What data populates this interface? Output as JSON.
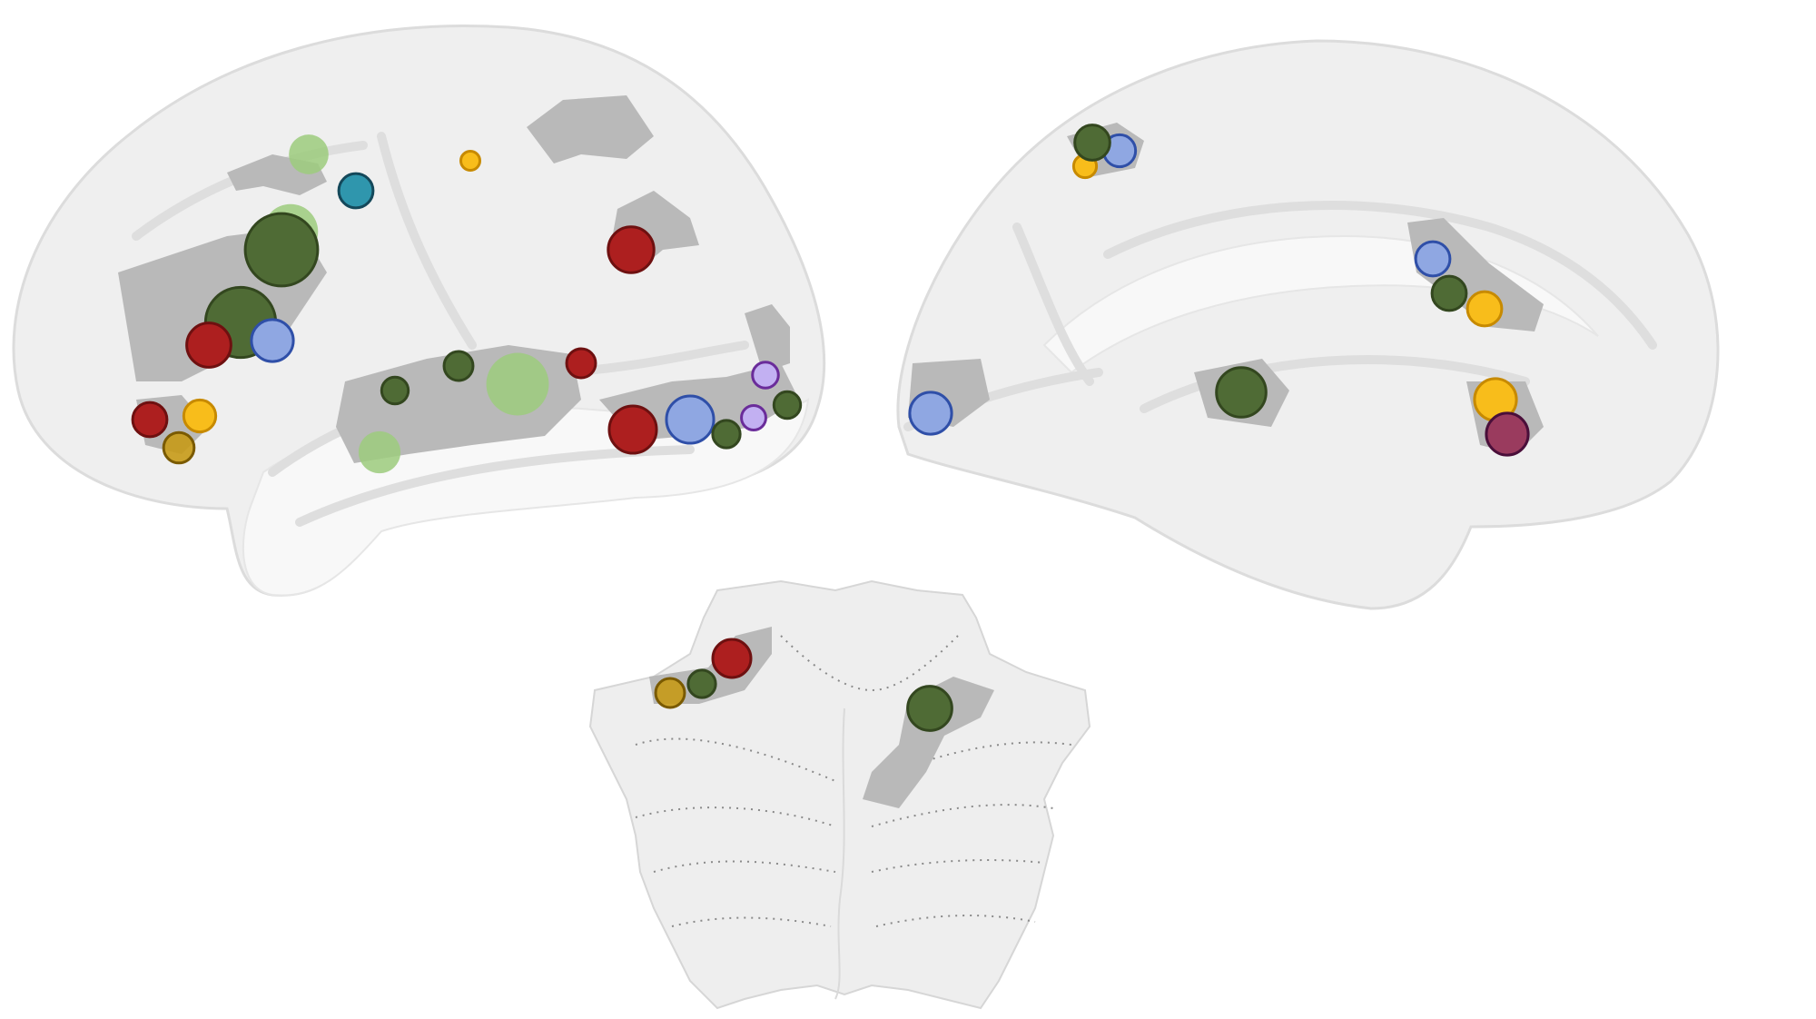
{
  "colors": {
    "dark_green": "#4f6b35",
    "light_green": "#9ccb7c",
    "red": "#ad1f1f",
    "blue": "#8fa7e2",
    "teal": "#2f96ad",
    "yellow": "#f8bd1b",
    "olive": "#c79a17",
    "lavender": "#c2b0f2",
    "maroon": "#9a3b5e"
  },
  "foci": [
    {
      "view": "left-lateral",
      "color": "light_green",
      "size": 0.52
    },
    {
      "view": "left-lateral",
      "color": "teal",
      "size": 0.45
    },
    {
      "view": "left-lateral",
      "color": "yellow",
      "size": 0.25
    },
    {
      "view": "left-lateral",
      "color": "light_green",
      "size": 0.72
    },
    {
      "view": "left-lateral",
      "color": "dark_green",
      "size": 0.95
    },
    {
      "view": "left-lateral",
      "color": "dark_green",
      "size": 0.92
    },
    {
      "view": "left-lateral",
      "color": "red",
      "size": 0.58
    },
    {
      "view": "left-lateral",
      "color": "blue",
      "size": 0.55
    },
    {
      "view": "left-lateral",
      "color": "red",
      "size": 0.6
    },
    {
      "view": "left-lateral",
      "color": "red",
      "size": 0.45
    },
    {
      "view": "left-lateral",
      "color": "yellow",
      "size": 0.42
    },
    {
      "view": "left-lateral",
      "color": "olive",
      "size": 0.4
    },
    {
      "view": "left-lateral",
      "color": "dark_green",
      "size": 0.35
    },
    {
      "view": "left-lateral",
      "color": "dark_green",
      "size": 0.38
    },
    {
      "view": "left-lateral",
      "color": "light_green",
      "size": 0.82
    },
    {
      "view": "left-lateral",
      "color": "red",
      "size": 0.38
    },
    {
      "view": "left-lateral",
      "color": "light_green",
      "size": 0.55
    },
    {
      "view": "left-lateral",
      "color": "red",
      "size": 0.62
    },
    {
      "view": "left-lateral",
      "color": "blue",
      "size": 0.62
    },
    {
      "view": "left-lateral",
      "color": "dark_green",
      "size": 0.36
    },
    {
      "view": "left-lateral",
      "color": "lavender",
      "size": 0.34
    },
    {
      "view": "left-lateral",
      "color": "lavender",
      "size": 0.32
    },
    {
      "view": "left-lateral",
      "color": "dark_green",
      "size": 0.35
    },
    {
      "view": "right-medial",
      "color": "yellow",
      "size": 0.3
    },
    {
      "view": "right-medial",
      "color": "blue",
      "size": 0.42
    },
    {
      "view": "right-medial",
      "color": "dark_green",
      "size": 0.46
    },
    {
      "view": "right-medial",
      "color": "blue",
      "size": 0.45
    },
    {
      "view": "right-medial",
      "color": "yellow",
      "size": 0.45
    },
    {
      "view": "right-medial",
      "color": "dark_green",
      "size": 0.45
    },
    {
      "view": "right-medial",
      "color": "dark_green",
      "size": 0.65
    },
    {
      "view": "right-medial",
      "color": "blue",
      "size": 0.55
    },
    {
      "view": "right-medial",
      "color": "yellow",
      "size": 0.55
    },
    {
      "view": "right-medial",
      "color": "maroon",
      "size": 0.55
    },
    {
      "view": "cerebellum",
      "color": "olive",
      "size": 0.38
    },
    {
      "view": "cerebellum",
      "color": "dark_green",
      "size": 0.36
    },
    {
      "view": "cerebellum",
      "color": "red",
      "size": 0.5
    },
    {
      "view": "cerebellum",
      "color": "dark_green",
      "size": 0.58
    }
  ]
}
